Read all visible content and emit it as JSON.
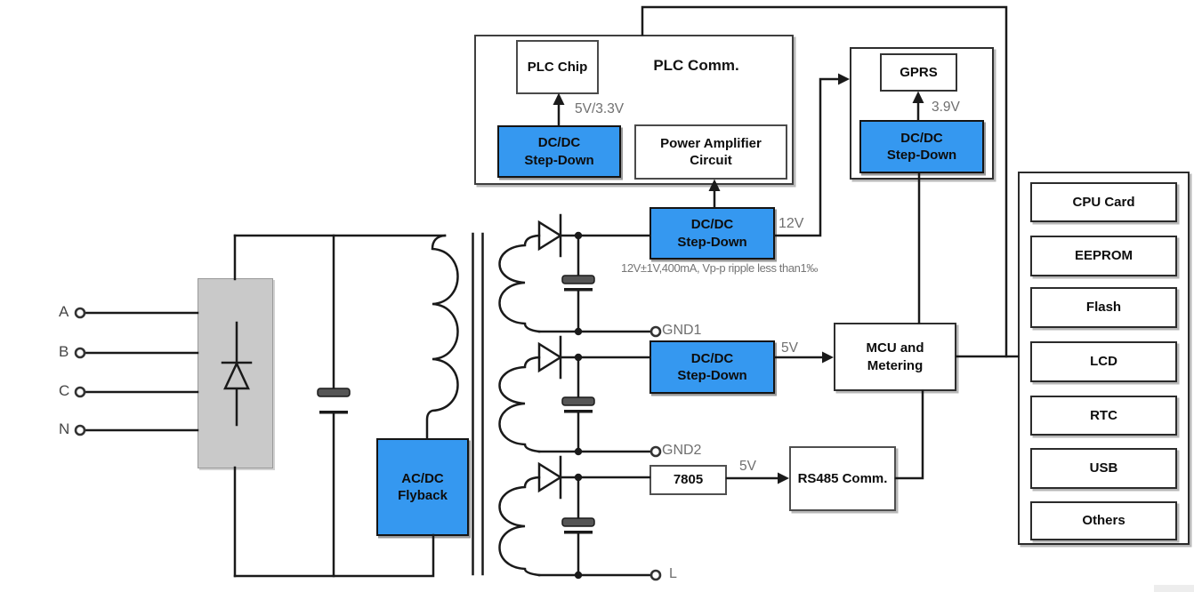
{
  "colors": {
    "accent_blue": "#3598f0",
    "wire": "#1a1a1a",
    "rectifier_gray": "#c9c9c9",
    "muted_label_gray": "#6f6f6f"
  },
  "terminals": {
    "a": "A",
    "b": "B",
    "c": "C",
    "n": "N",
    "gnd1": "GND1",
    "gnd2": "GND2",
    "l": "L"
  },
  "plc": {
    "title": "PLC Comm.",
    "chip": "PLC Chip",
    "dcdc_line1": "DC/DC",
    "dcdc_line2": "Step-Down",
    "amp_line1": "Power Amplifier",
    "amp_line2": "Circuit",
    "rail_label": "5V/3.3V"
  },
  "gprs": {
    "title": "GPRS",
    "dcdc_line1": "DC/DC",
    "dcdc_line2": "Step-Down",
    "rail_label": "3.9V"
  },
  "rail12v": {
    "dcdc_line1": "DC/DC",
    "dcdc_line2": "Step-Down",
    "volt": "12V",
    "note": "12V±1V,400mA, Vp-p ripple less than1‰"
  },
  "rail5v": {
    "dcdc_line1": "DC/DC",
    "dcdc_line2": "Step-Down",
    "volt": "5V"
  },
  "rail5v2": {
    "regulator": "7805",
    "volt": "5V"
  },
  "mcu": {
    "line1": "MCU and",
    "line2": "Metering"
  },
  "rs485": {
    "title": "RS485 Comm."
  },
  "flyback": {
    "line1": "AC/DC",
    "line2": "Flyback"
  },
  "peripherals": {
    "items": [
      "CPU Card",
      "EEPROM",
      "Flash",
      "LCD",
      "RTC",
      "USB",
      "Others"
    ]
  }
}
